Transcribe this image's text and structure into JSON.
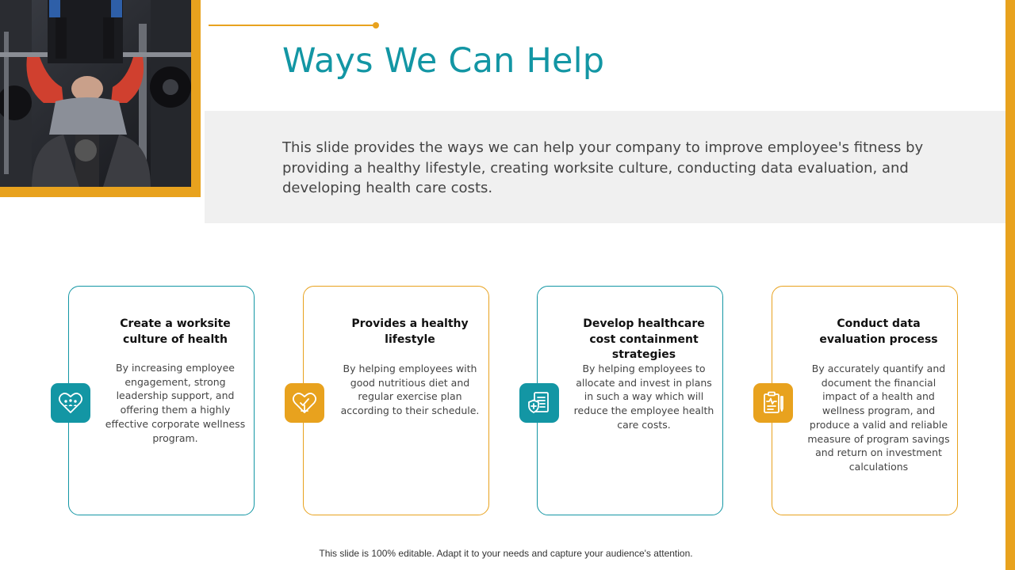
{
  "slide": {
    "title": "Ways We Can Help",
    "description": "This slide provides the ways we can help your company to improve employee's fitness by providing a healthy lifestyle, creating worksite culture, conducting data evaluation, and developing health care costs.",
    "footer": "This slide is 100% editable. Adapt it to your needs and capture your audience's attention."
  },
  "colors": {
    "teal": "#1396A4",
    "orange": "#E8A21E",
    "band": "#F0F0F0"
  },
  "cards": [
    {
      "title": "Create a worksite culture of health",
      "body": "By increasing employee engagement, strong leadership support, and offering them a highly effective corporate wellness program.",
      "icon": "heart-people-icon",
      "accent": "teal"
    },
    {
      "title": "Provides a healthy lifestyle",
      "body": "By helping employees with good nutritious diet and regular exercise plan according to their schedule.",
      "icon": "heart-balance-icon",
      "accent": "orange"
    },
    {
      "title": "Develop healthcare cost containment strategies",
      "body": "By helping employees to allocate and invest in plans in such a way which will reduce the employee health care costs.",
      "icon": "health-document-icon",
      "accent": "teal"
    },
    {
      "title": "Conduct data evaluation process",
      "body": "By accurately quantify and document the financial impact of a health and wellness program, and produce a valid and reliable measure of program savings and return on investment calculations",
      "icon": "clipboard-pulse-icon",
      "accent": "orange"
    }
  ]
}
